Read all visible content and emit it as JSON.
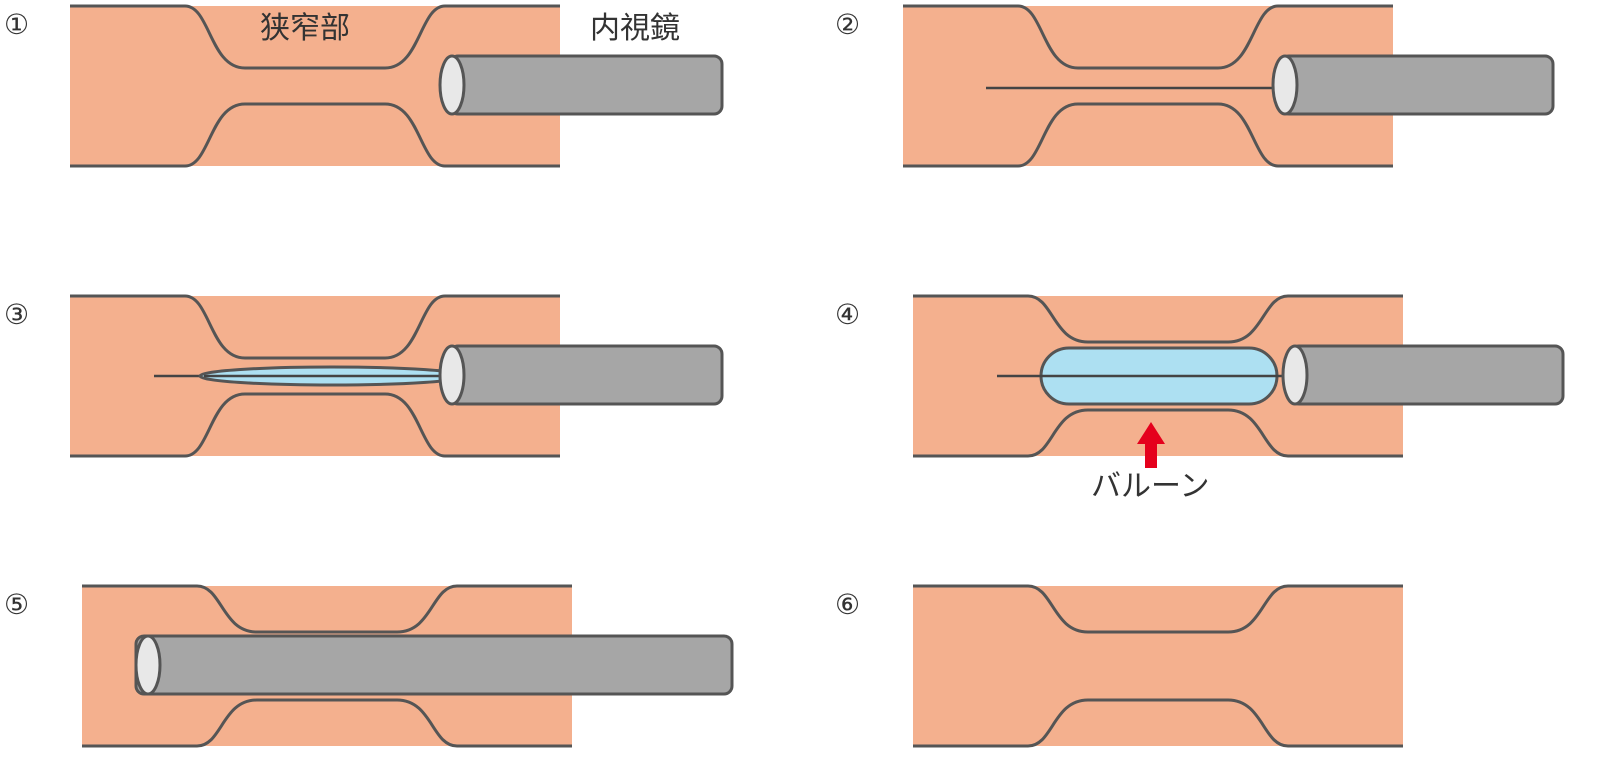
{
  "labels": {
    "stenosis": "狭窄部",
    "endoscope": "内視鏡",
    "balloon": "バルーン"
  },
  "panels": [
    {
      "number": "①"
    },
    {
      "number": "②"
    },
    {
      "number": "③"
    },
    {
      "number": "④"
    },
    {
      "number": "⑤"
    },
    {
      "number": "⑥"
    }
  ],
  "colors": {
    "tissue": "#f4b08e",
    "endoscope": "#a6a6a6",
    "balloon": "#ade0f2",
    "arrow": "#e5001c",
    "outline": "#555555"
  },
  "icons": {
    "arrow": "up-arrow-icon"
  }
}
